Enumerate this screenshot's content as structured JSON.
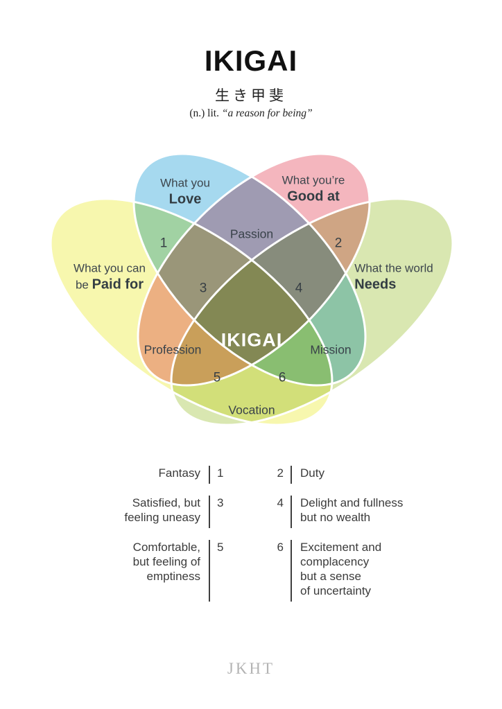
{
  "header": {
    "title": "IKIGAI",
    "japanese": "生き甲斐",
    "subtitle_prefix": "(n.) lit. ",
    "subtitle_quote": "“a reason for being”"
  },
  "diagram": {
    "petals": [
      {
        "id": "love",
        "line1": "What you",
        "line2": "Love",
        "color": "#a6d9ef"
      },
      {
        "id": "good-at",
        "line1": "What you’re",
        "line2": "Good at",
        "color": "#f4b6be"
      },
      {
        "id": "paid-for",
        "line1": "What you can",
        "line2_prefix": "be ",
        "line2": "Paid for",
        "color": "#f7f7ae"
      },
      {
        "id": "needs",
        "line1": "What the world",
        "line2": "Needs",
        "color": "#d9e7b1"
      }
    ],
    "overlaps": {
      "passion": "Passion",
      "profession": "Profession",
      "mission": "Mission",
      "vocation": "Vocation",
      "center": "IKIGAI"
    },
    "numbers": {
      "n1": "1",
      "n2": "2",
      "n3": "3",
      "n4": "4",
      "n5": "5",
      "n6": "6"
    },
    "colors": {
      "outline": "#ffffff",
      "center_text": "#ffffff",
      "ink": "#3a4147"
    }
  },
  "legend": {
    "rows": [
      {
        "left_text": "Fantasy",
        "left_num": "1",
        "right_num": "2",
        "right_text": "Duty"
      },
      {
        "left_text": "Satisfied, but\nfeeling uneasy",
        "left_num": "3",
        "right_num": "4",
        "right_text": "Delight and fullness\nbut no wealth"
      },
      {
        "left_text": "Comfortable,\nbut feeling of\nemptiness",
        "left_num": "5",
        "right_num": "6",
        "right_text": "Excitement and\ncomplacency\nbut a sense\nof uncertainty"
      }
    ]
  },
  "footer": {
    "signature": "JKHT"
  }
}
